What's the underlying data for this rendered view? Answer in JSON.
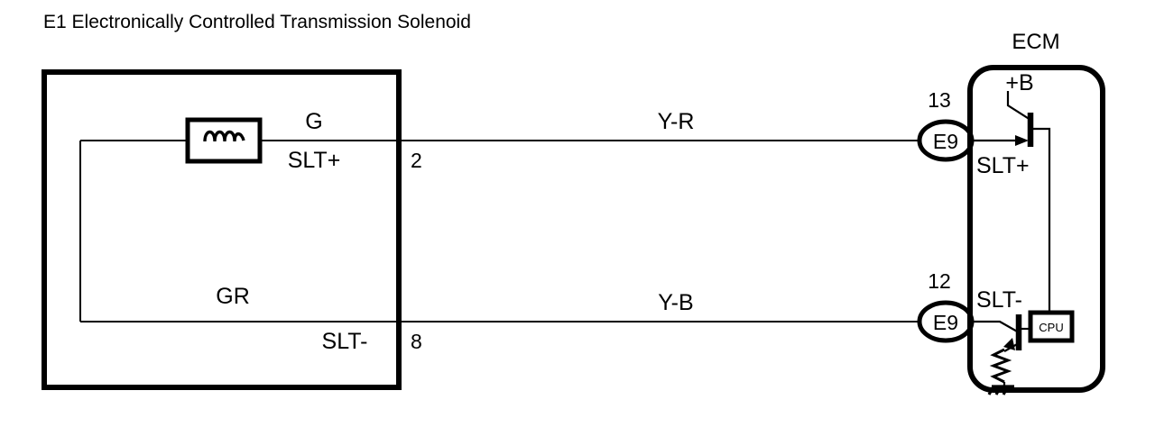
{
  "diagram": {
    "title": "E1 Electronically Controlled Transmission Solenoid",
    "left_component": {
      "name": "solenoid-assembly",
      "symbol": "solenoid-coil",
      "terminals": [
        {
          "signal_label": "SLT+",
          "wire_color_code": "G",
          "pin_number": "2"
        },
        {
          "signal_label": "SLT-",
          "wire_color_code": "GR",
          "pin_number": "8"
        }
      ]
    },
    "harness_wires": [
      {
        "label": "Y-R"
      },
      {
        "label": "Y-B"
      }
    ],
    "right_component": {
      "name": "ECM",
      "title": "ECM",
      "connectors": [
        {
          "pin_number": "13",
          "connector_id": "E9",
          "signal_label": "SLT+"
        },
        {
          "pin_number": "12",
          "connector_id": "E9",
          "signal_label": "SLT-"
        }
      ],
      "internal": {
        "supply_label": "+B",
        "cpu_label": "CPU"
      }
    },
    "colors": {
      "line": "#000000",
      "background": "#ffffff"
    }
  }
}
